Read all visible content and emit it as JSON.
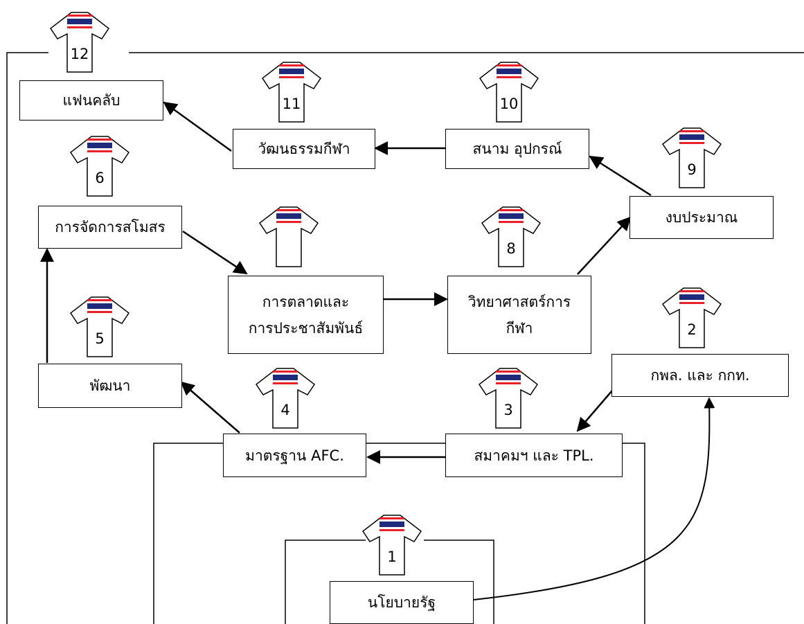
{
  "colors": {
    "stroke": "#000000",
    "flag_red": "#e8202a",
    "flag_blue": "#1f2a7a",
    "background": "#ffffff"
  },
  "shirts": [
    "12",
    "11",
    "10",
    "9",
    "6",
    "",
    "8",
    "5",
    "2",
    "4",
    "3",
    "1"
  ],
  "boxes": {
    "fanclub": "แฟนคลับ",
    "sport_culture": "วัฒนธรรมกีฬา",
    "stadium_equipment": "สนาม อุปกรณ์",
    "budget": "งบประมาณ",
    "club_management": "การจัดการสโมสร",
    "marketing_pr": "การตลาดและ\nการประชาสัมพันธ์",
    "sport_science": "วิทยาศาสตร์การ\nกีฬา",
    "development": "พัฒนา",
    "sat_nsc": "กพล. และ กกท.",
    "afc_standard": "มาตรฐาน AFC.",
    "association_tpl": "สมาคมฯ และ TPL.",
    "state_policy": "นโยบายรัฐ"
  }
}
